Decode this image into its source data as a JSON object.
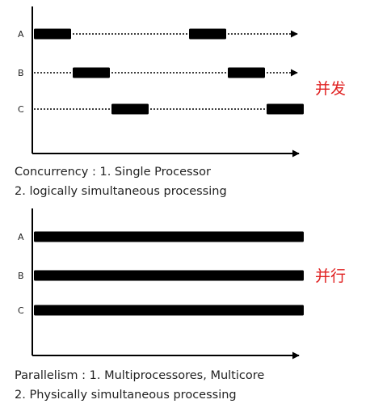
{
  "concurrency": {
    "rows": [
      {
        "label": "A",
        "segments": [
          [
            0,
            1
          ],
          [
            4,
            5
          ]
        ]
      },
      {
        "label": "B",
        "segments": [
          [
            1,
            2
          ],
          [
            5,
            6
          ]
        ]
      },
      {
        "label": "C",
        "segments": [
          [
            2,
            3
          ],
          [
            6,
            7
          ]
        ]
      }
    ],
    "caption_line1": "Concurrency : 1. Single Processor",
    "caption_line2": "2. logically simultaneous processing",
    "zh_label": "并发"
  },
  "parallelism": {
    "rows": [
      {
        "label": "A",
        "segments": [
          [
            0,
            7
          ]
        ]
      },
      {
        "label": "B",
        "segments": [
          [
            0,
            7
          ]
        ]
      },
      {
        "label": "C",
        "segments": [
          [
            0,
            7
          ]
        ]
      }
    ],
    "caption_line1": "Parallelism : 1. Multiprocessores, Multicore",
    "caption_line2": "2. Physically simultaneous processing",
    "zh_label": "并行"
  },
  "colors": {
    "bar": "#000000",
    "line": "#000000",
    "zh_label": "#e02020"
  }
}
